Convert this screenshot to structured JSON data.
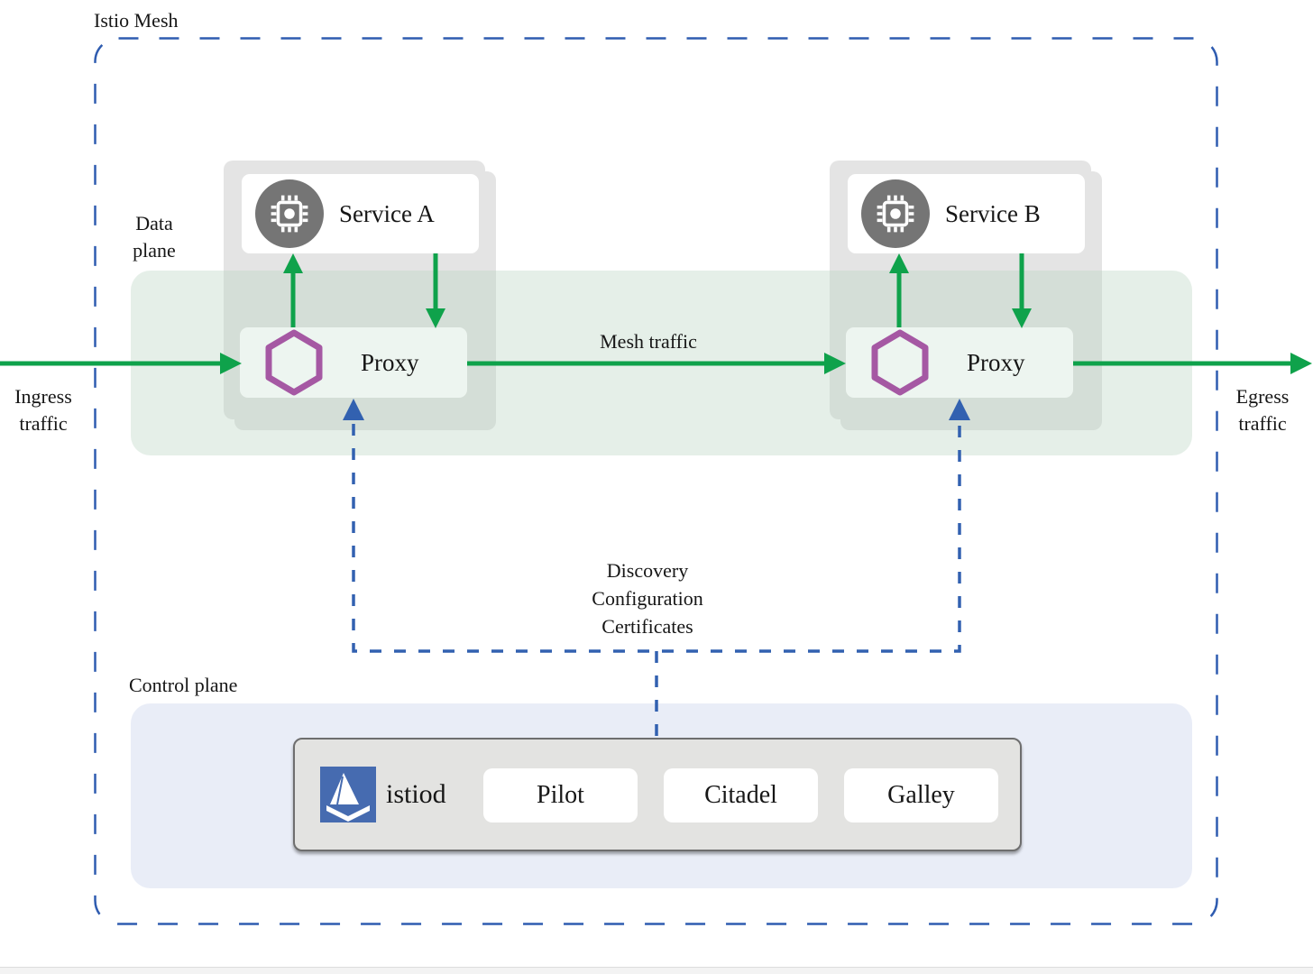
{
  "mesh": {
    "label": "Istio Mesh"
  },
  "planes": {
    "data": {
      "label_lines": [
        "Data",
        "plane"
      ]
    },
    "control": {
      "label": "Control plane"
    }
  },
  "traffic": {
    "ingress_lines": [
      "Ingress",
      "traffic"
    ],
    "egress_lines": [
      "Egress",
      "traffic"
    ],
    "mesh_label": "Mesh traffic"
  },
  "control_link": {
    "lines": [
      "Discovery",
      "Configuration",
      "Certificates"
    ]
  },
  "services": [
    {
      "name": "Service A",
      "proxy_label": "Proxy",
      "service_icon": "chip-icon",
      "proxy_icon": "envoy-hexagon-icon"
    },
    {
      "name": "Service B",
      "proxy_label": "Proxy",
      "service_icon": "chip-icon",
      "proxy_icon": "envoy-hexagon-icon"
    }
  ],
  "istiod": {
    "label": "istiod",
    "logo_icon": "istio-sail-icon",
    "components": [
      "Pilot",
      "Citadel",
      "Galley"
    ]
  },
  "colors": {
    "traffic_green": "#0FA24B",
    "envoy_purple": "#A558A3",
    "control_blue": "#3261B0",
    "istio_logo_blue": "#466BB0",
    "card_gray": "#E4E4E4",
    "proxy_box_green": "#EDF5F0",
    "band_green": "rgba(186,214,194,0.38)",
    "control_plane_bg": "#E9EDF7",
    "service_icon_gray": "#757575"
  }
}
